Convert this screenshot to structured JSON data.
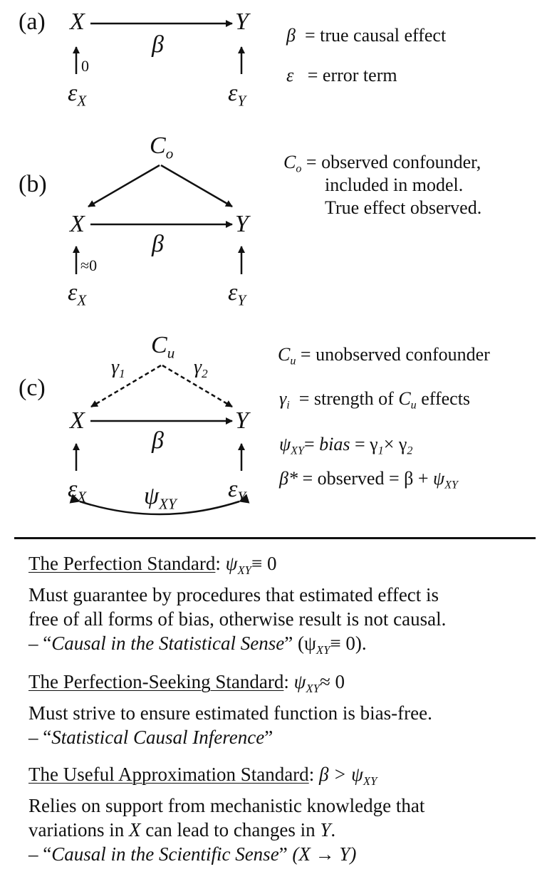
{
  "panels": [
    {
      "label": "(a)",
      "nodes": {
        "x": "X",
        "y": "Y",
        "ex": "ε",
        "ex_sub": "X",
        "ey": "ε",
        "ey_sub": "Y"
      },
      "edge_labels": {
        "beta": "β",
        "ex_to_x": "0"
      },
      "legend": [
        {
          "symbol": "β",
          "text": "= true causal effect"
        },
        {
          "symbol": "ε",
          "text": "= error term"
        }
      ]
    },
    {
      "label": "(b)",
      "nodes": {
        "c": "C",
        "c_sub": "o",
        "x": "X",
        "y": "Y",
        "ex": "ε",
        "ex_sub": "X",
        "ey": "ε",
        "ey_sub": "Y"
      },
      "edge_labels": {
        "beta": "β",
        "ex_to_x": "≈0"
      },
      "legend": [
        {
          "symbol": "C",
          "symbol_sub": "o",
          "text": "= observed confounder,"
        },
        {
          "text": "included in model."
        },
        {
          "text": "True effect observed."
        }
      ]
    },
    {
      "label": "(c)",
      "nodes": {
        "c": "C",
        "c_sub": "u",
        "x": "X",
        "y": "Y",
        "ex": "ε",
        "ex_sub": "X",
        "ey": "ε",
        "ey_sub": "Y"
      },
      "edge_labels": {
        "beta": "β",
        "gamma1": "γ",
        "gamma1_sub": "1",
        "gamma2": "γ",
        "gamma2_sub": "2",
        "psi": "ψ",
        "psi_sub": "XY"
      },
      "legend": [
        {
          "symbol": "C",
          "symbol_sub": "u",
          "text": "= unobserved confounder"
        },
        {
          "symbol": "γ",
          "symbol_sub": "i",
          "text": "= strength of",
          "tail_symbol": "C",
          "tail_sub": "u",
          "tail_text": "effects"
        },
        {
          "symbol": "ψ",
          "symbol_sub": "XY",
          "text": "=",
          "italic_text": "bias",
          "text2": "= γ",
          "text2_sub": "1",
          "text3": "× γ",
          "text3_sub": "2"
        },
        {
          "symbol": "β*",
          "text": "= observed = β +",
          "tail_symbol": "ψ",
          "tail_sub": "XY"
        }
      ]
    }
  ],
  "standards": [
    {
      "title": "The Perfection Standard",
      "criterion": {
        "symbol": "ψ",
        "sub": "XY",
        "relation": "≡ 0"
      },
      "lines": [
        "Must guarantee by procedures that estimated effect is",
        "free of all forms of bias, otherwise result is not causal."
      ],
      "quote": "Causal in the Statistical Sense",
      "quote_suffix": {
        "open": " (ψ",
        "sub": "XY",
        "close": "≡ 0)."
      }
    },
    {
      "title": "The Perfection-Seeking Standard",
      "criterion": {
        "symbol": "ψ",
        "sub": "XY",
        "relation": "≈ 0"
      },
      "lines": [
        "Must strive to ensure estimated function is bias-free."
      ],
      "quote": "Statistical Causal Inference",
      "quote_suffix": {
        "open": "",
        "sub": "",
        "close": ""
      }
    },
    {
      "title": "The Useful Approximation Standard",
      "criterion": {
        "prefix": "β >",
        "symbol": "ψ",
        "sub": "XY",
        "relation": ""
      },
      "lines": [
        "Relies on support from mechanistic knowledge that"
      ],
      "line_with_vars": {
        "pre": "variations in",
        "v1": "X",
        "mid": "can lead to changes in",
        "v2": "Y",
        "post": "."
      },
      "quote": "Causal in the Scientific Sense",
      "quote_suffix": {
        "open": " (X → Y)",
        "sub": "",
        "close": ""
      }
    }
  ],
  "quote_marks": {
    "dash": "– “",
    "close": "”"
  }
}
